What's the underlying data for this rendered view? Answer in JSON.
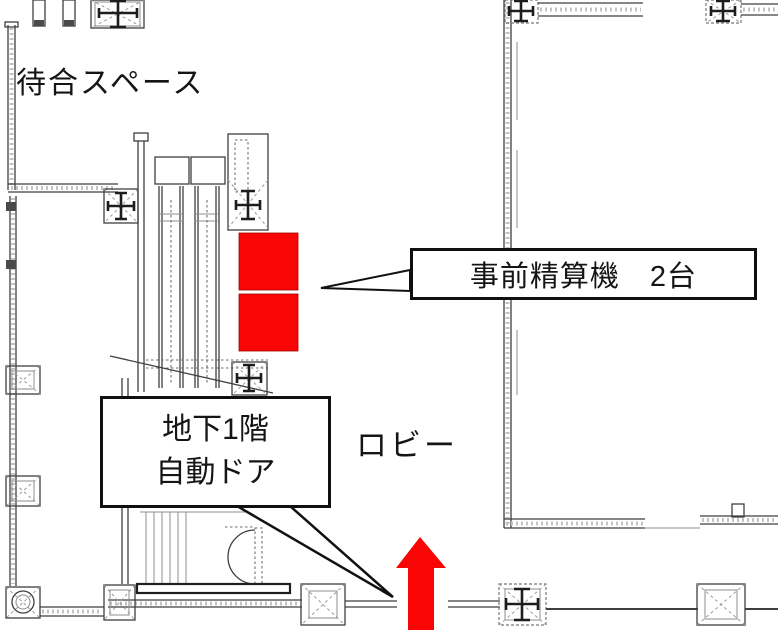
{
  "area_labels": {
    "waiting_space": "待合スペース",
    "lobby": "ロビー"
  },
  "callouts": {
    "payment_machines": {
      "text": "事前精算機　2台"
    },
    "basement_door": {
      "line1": "地下1階",
      "line2": "自動ドア"
    }
  },
  "markers": {
    "payment_machine_marker_count": 2
  },
  "icons": {
    "entrance_arrow": "up-arrow",
    "column_symbols": [
      "steel-column-icon",
      "x-braced-column-icon",
      "round-column-icon"
    ]
  },
  "colors": {
    "red": "#f90505",
    "callout_border": "#0f0f0f",
    "plan_line": "#3f3f3f"
  }
}
